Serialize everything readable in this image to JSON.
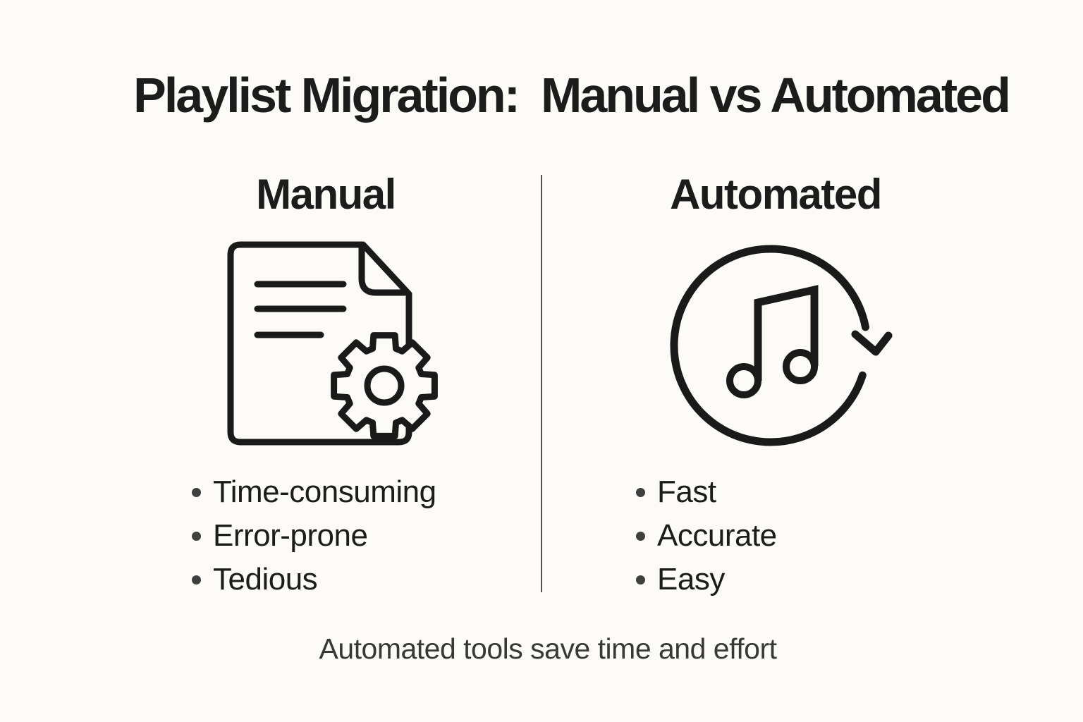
{
  "theme": {
    "bg": "#FCFBF7",
    "text": "#1C1C1C",
    "muted_text": "#383838",
    "divider": "#515151",
    "icon_stroke": "#1A1A1A",
    "bullet_dot": "#3F3F3F"
  },
  "page": {
    "title": "Playlist Migration: Manual vs Automated",
    "footer": "Automated tools save time and effort"
  },
  "columns": [
    {
      "heading": "Manual",
      "icon": "document-gear-icon",
      "bullets": [
        "Time-consuming",
        "Error-prone",
        "Tedious"
      ]
    },
    {
      "heading": "Automated",
      "icon": "music-sync-icon",
      "bullets": [
        "Fast",
        "Accurate",
        "Easy"
      ]
    }
  ]
}
